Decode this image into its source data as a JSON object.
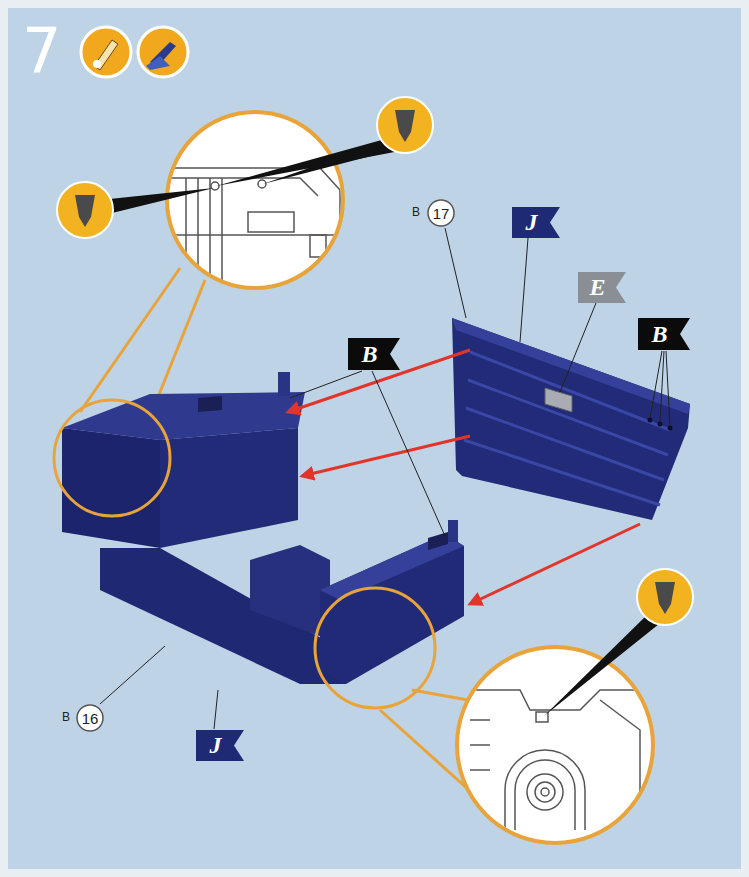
{
  "diagram": {
    "nodes": [
      {
        "text": [
          "17"
        ]
      },
      {
        "text": [
          "J"
        ]
      },
      {
        "text": [
          "E"
        ]
      },
      {
        "text": [
          "B"
        ]
      },
      {
        "text": [
          "B"
        ]
      },
      {
        "text": [
          "16"
        ]
      },
      {
        "text": [
          "J"
        ]
      }
    ],
    "labels": [
      "7",
      "B",
      "B"
    ]
  }
}
